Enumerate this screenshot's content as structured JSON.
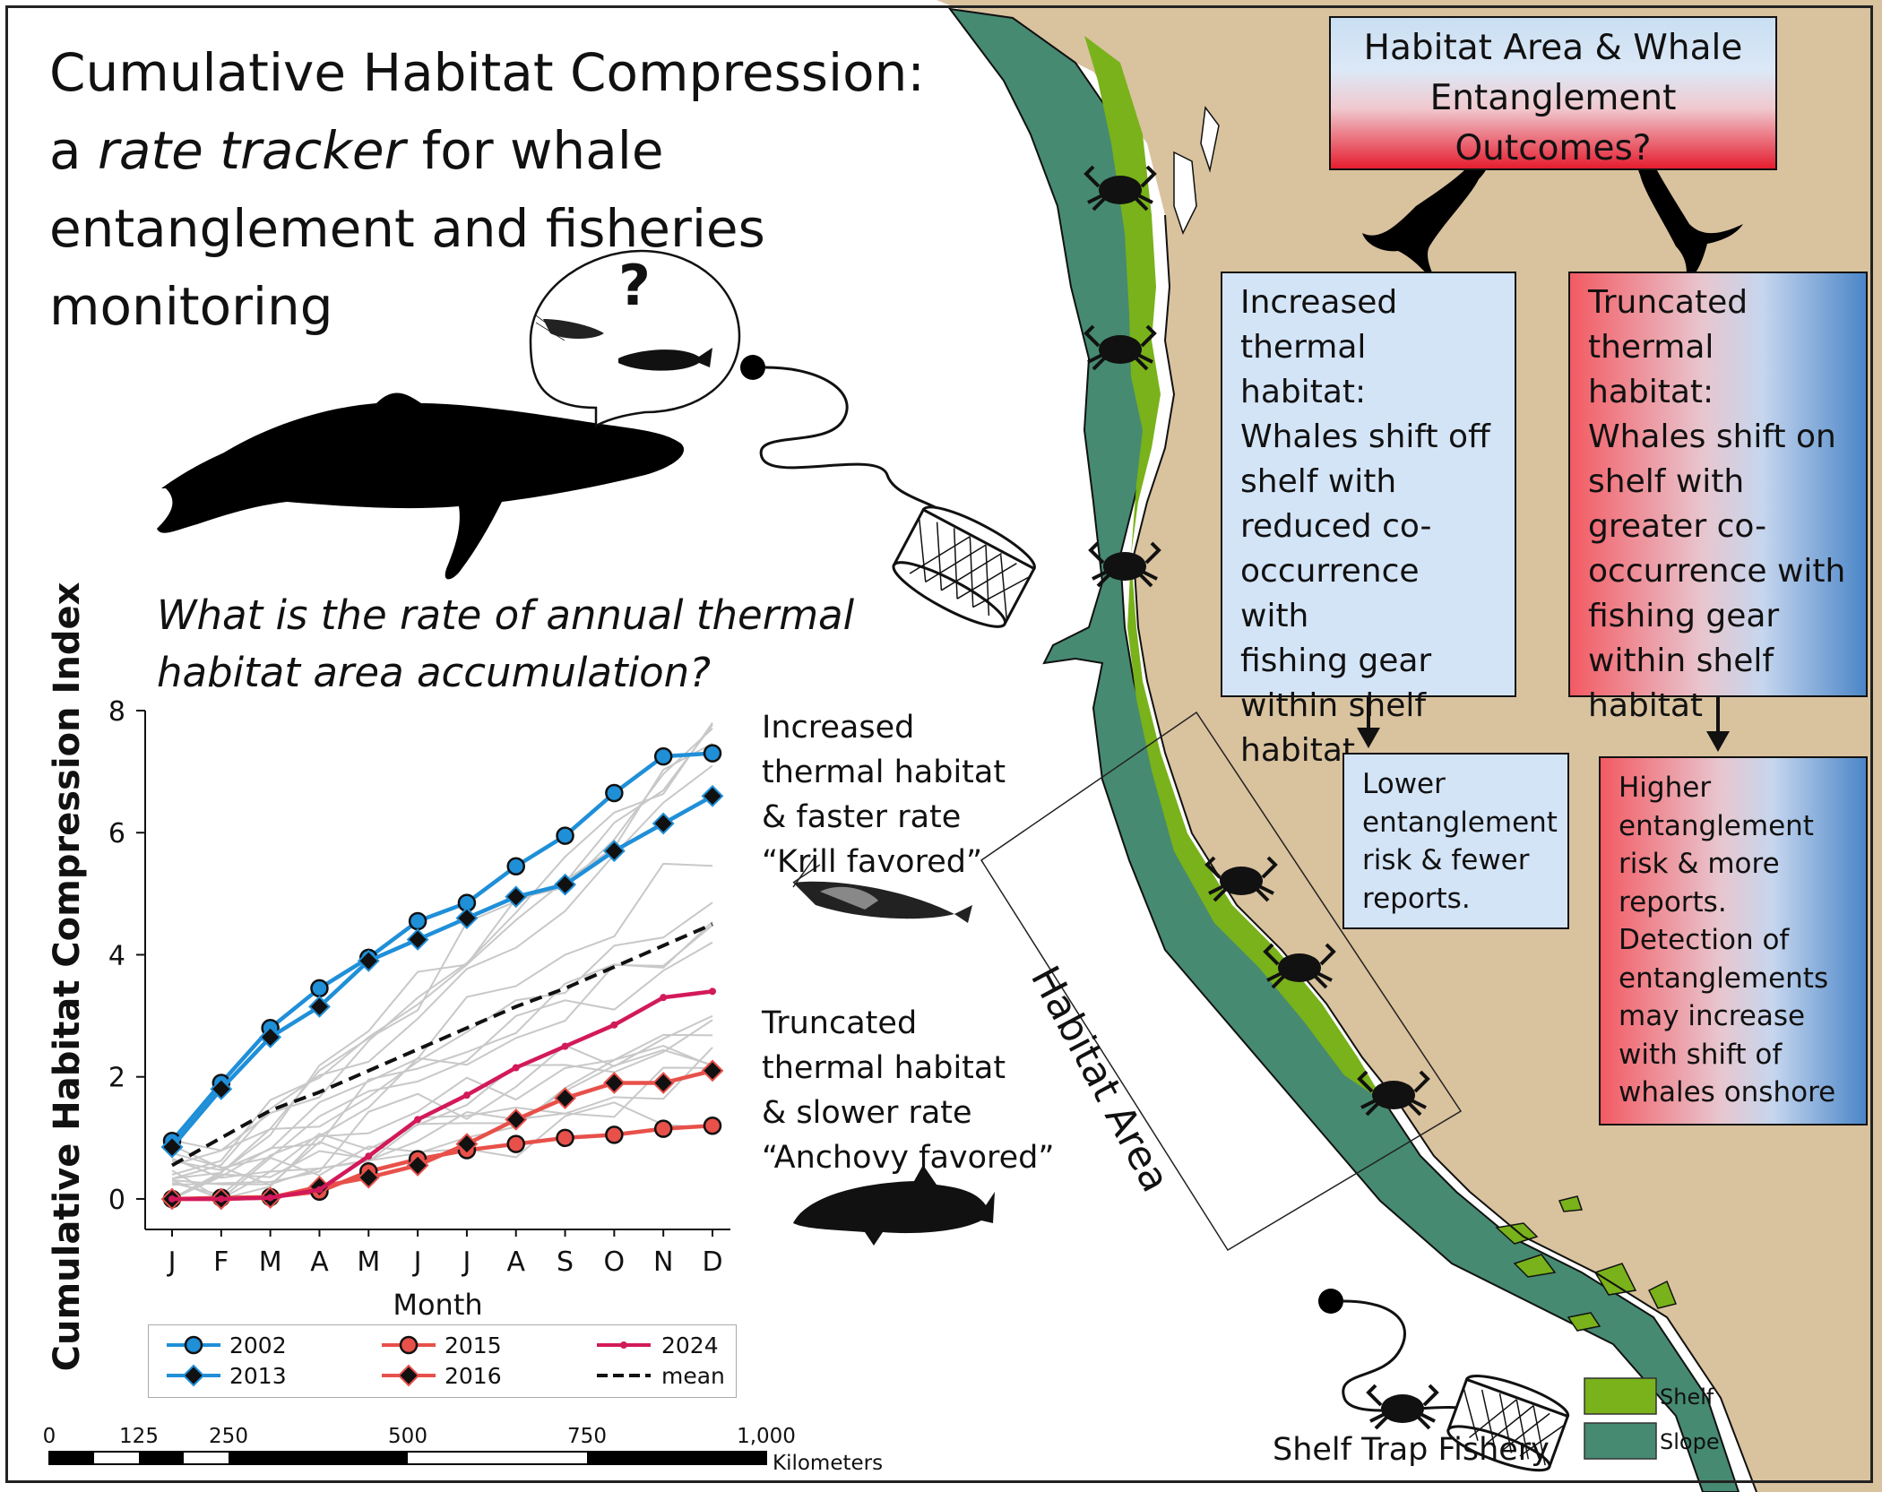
{
  "title": {
    "line1": "Cumulative Habitat Compression:",
    "line2_pre": "a ",
    "line2_em": "rate tracker",
    "line2_post": " for whale",
    "line3": "entanglement and fisheries",
    "line4": "monitoring"
  },
  "question": {
    "line1": "What is the rate of annual thermal",
    "line2": "habitat area accumulation?"
  },
  "speech_bubble": {
    "text": "?"
  },
  "krill_note": {
    "lines": [
      "Increased",
      "thermal habitat",
      "& faster rate",
      "“Krill favored”"
    ]
  },
  "anchovy_note": {
    "lines": [
      "Truncated",
      "thermal habitat",
      "& slower rate",
      "“Anchovy favored”"
    ]
  },
  "top_box": {
    "lines": [
      "Habitat Area & Whale",
      "Entanglement",
      "Outcomes?"
    ]
  },
  "increased_box": {
    "lines": [
      "Increased",
      "thermal habitat:",
      "Whales shift off",
      "shelf with",
      "reduced co-",
      "occurrence with",
      "fishing gear",
      "within shelf",
      "habitat"
    ]
  },
  "truncated_box": {
    "lines": [
      "Truncated",
      "thermal habitat:",
      "Whales shift on",
      "shelf with",
      "greater co-",
      "occurrence with",
      "fishing gear",
      "within shelf",
      "habitat"
    ]
  },
  "lower_box": {
    "lines": [
      "Lower",
      "entanglement",
      "risk & fewer",
      "reports."
    ]
  },
  "higher_box": {
    "lines": [
      "Higher",
      "entanglement",
      "risk & more",
      "reports.",
      "Detection of",
      "entanglements",
      "may increase",
      "with shift of",
      "whales onshore"
    ]
  },
  "habitat_area_label": "Habitat Area",
  "shelf_trap_label": "Shelf Trap Fishery",
  "map_legend": [
    {
      "label": "Shelf",
      "color": "#79b21a"
    },
    {
      "label": "Slope",
      "color": "#468a72"
    }
  ],
  "colors": {
    "land": "#d9c29e",
    "shelf": "#79b21a",
    "slope": "#468a72",
    "blue": "#1f8fd8",
    "red_light": "#e8504a",
    "red_dark": "#d2195a"
  },
  "scale_bar": {
    "ticks": [
      "0",
      "125",
      "250",
      "500",
      "750",
      "1,000"
    ],
    "unit": "Kilometers"
  },
  "chart_data": {
    "type": "line",
    "ylabel": "Cumulative Habitat Compression Index",
    "xlabel": "Month",
    "categories": [
      "J",
      "F",
      "M",
      "A",
      "M",
      "J",
      "J",
      "A",
      "S",
      "O",
      "N",
      "D"
    ],
    "yticks": [
      0,
      2,
      4,
      6,
      8
    ],
    "ylim": [
      -0.5,
      8
    ],
    "series": [
      {
        "name": "2002",
        "color": "#1f8fd8",
        "marker": "circle",
        "values": [
          0.95,
          1.9,
          2.8,
          3.45,
          3.95,
          4.55,
          4.85,
          5.45,
          5.95,
          6.65,
          7.25,
          7.3
        ]
      },
      {
        "name": "2013",
        "color": "#1f8fd8",
        "marker": "diamond",
        "values": [
          0.85,
          1.8,
          2.65,
          3.15,
          3.9,
          4.25,
          4.6,
          4.95,
          5.15,
          5.7,
          6.15,
          6.6
        ]
      },
      {
        "name": "2015",
        "color": "#e8504a",
        "marker": "circle",
        "values": [
          0.0,
          0.02,
          0.03,
          0.12,
          0.45,
          0.65,
          0.8,
          0.9,
          1.0,
          1.05,
          1.15,
          1.2
        ]
      },
      {
        "name": "2016",
        "color": "#e8504a",
        "marker": "diamond",
        "values": [
          0.0,
          0.0,
          0.02,
          0.2,
          0.35,
          0.55,
          0.9,
          1.3,
          1.65,
          1.9,
          1.9,
          2.1
        ]
      },
      {
        "name": "2024",
        "color": "#d2195a",
        "marker": "dot",
        "values": [
          0.0,
          0.0,
          0.02,
          0.15,
          0.7,
          1.3,
          1.7,
          2.15,
          2.5,
          2.85,
          3.3,
          3.4
        ]
      },
      {
        "name": "mean",
        "color": "#111111",
        "marker": "dashed",
        "values": [
          0.55,
          1.0,
          1.45,
          1.75,
          2.1,
          2.45,
          2.8,
          3.15,
          3.45,
          3.8,
          4.15,
          4.5
        ]
      }
    ],
    "background_series_count": 18,
    "grid": false,
    "legend": "bottom"
  }
}
